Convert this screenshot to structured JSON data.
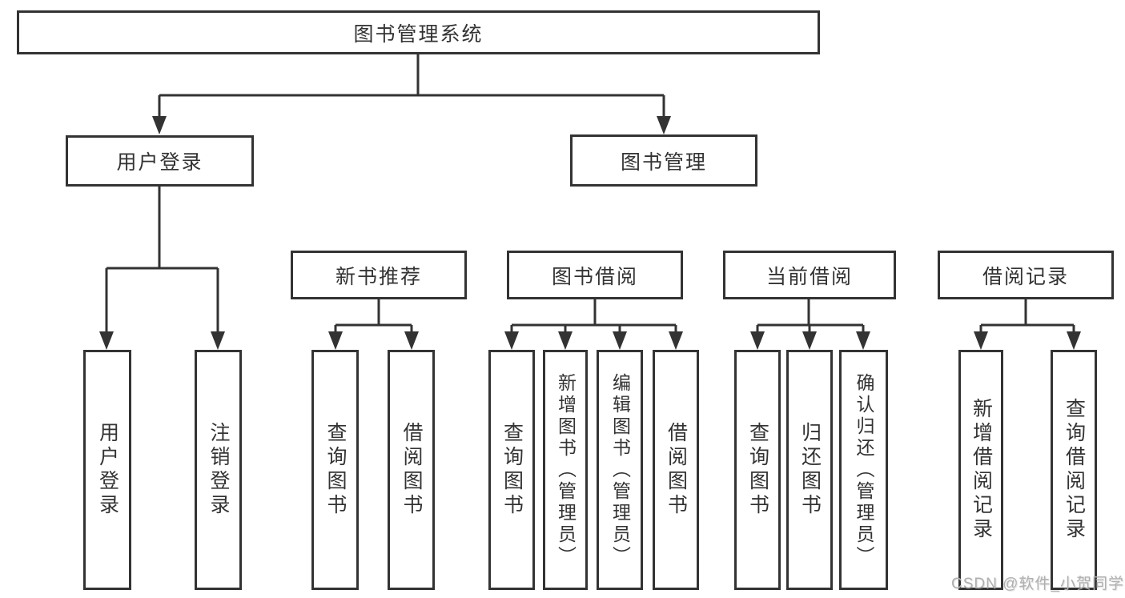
{
  "diagram": {
    "tree": {
      "label": "图书管理系统",
      "children": [
        {
          "label": "用户登录",
          "children": [
            {
              "label": "用户登录"
            },
            {
              "label": "注销登录"
            }
          ]
        },
        {
          "label": "图书管理",
          "children": [
            {
              "label": "新书推荐",
              "children": [
                {
                  "label": "查询图书"
                },
                {
                  "label": "借阅图书"
                }
              ]
            },
            {
              "label": "图书借阅",
              "children": [
                {
                  "label": "查询图书"
                },
                {
                  "label": "新增图书（管理员）"
                },
                {
                  "label": "编辑图书（管理员）"
                },
                {
                  "label": "借阅图书"
                }
              ]
            },
            {
              "label": "当前借阅",
              "children": [
                {
                  "label": "查询图书"
                },
                {
                  "label": "归还图书"
                },
                {
                  "label": "确认归还（管理员）"
                }
              ]
            },
            {
              "label": "借阅记录",
              "children": [
                {
                  "label": "新增借阅记录"
                },
                {
                  "label": "查询借阅记录"
                }
              ]
            }
          ]
        }
      ]
    },
    "line_color": "#333333",
    "watermark": {
      "text": "CSDN @软件_小贺同学",
      "color": "#b2afaf"
    }
  }
}
